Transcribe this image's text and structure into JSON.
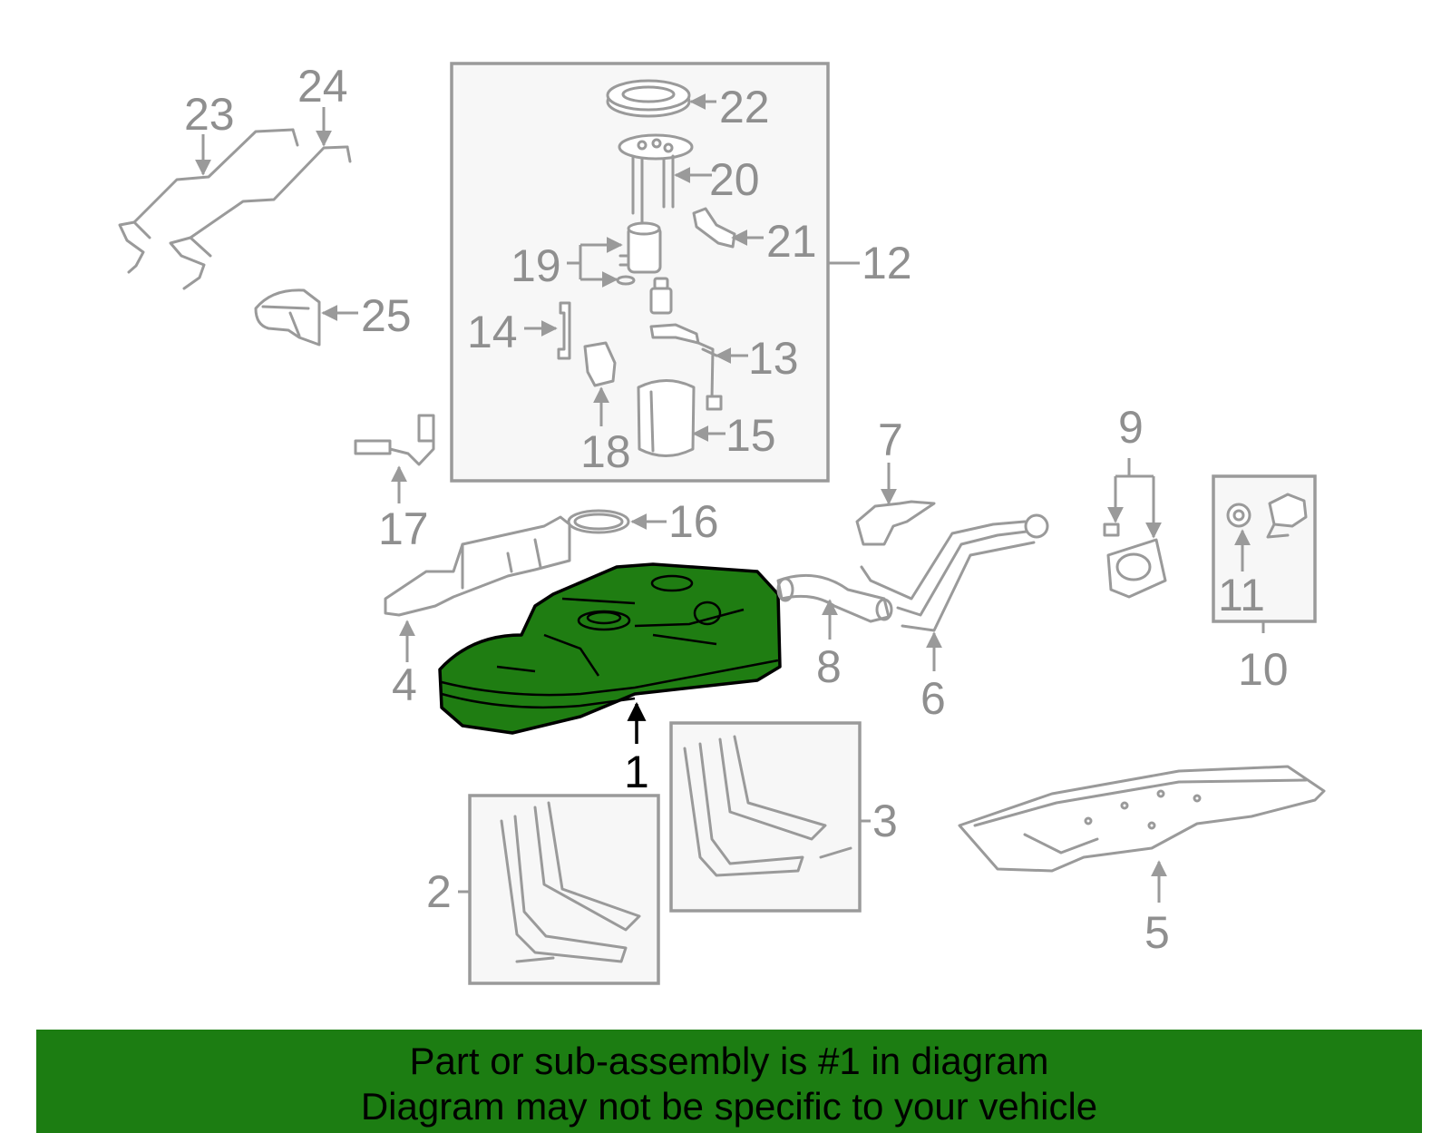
{
  "diagram": {
    "highlight_color": "#1f7d12",
    "part_color": "#9a9a9a",
    "callouts": {
      "p1": "1",
      "p2": "2",
      "p3": "3",
      "p4": "4",
      "p5": "5",
      "p6": "6",
      "p7": "7",
      "p8": "8",
      "p9": "9",
      "p10": "10",
      "p11": "11",
      "p12": "12",
      "p13": "13",
      "p14": "14",
      "p15": "15",
      "p16": "16",
      "p17": "17",
      "p18": "18",
      "p19": "19",
      "p20": "20",
      "p21": "21",
      "p22": "22",
      "p23": "23",
      "p24": "24",
      "p25": "25"
    }
  },
  "banner": {
    "color": "#1c7d12",
    "line1": "Part or sub-assembly is #1 in diagram",
    "line2": "Diagram may not be specific to your vehicle"
  }
}
